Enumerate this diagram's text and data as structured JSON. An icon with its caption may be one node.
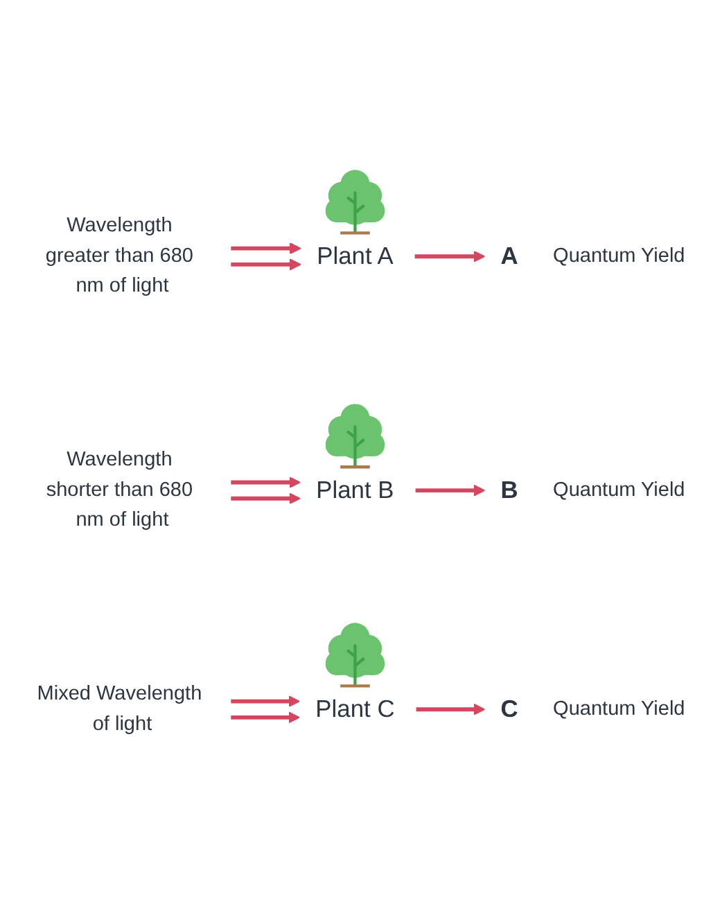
{
  "diagram": {
    "nodes": [
      {
        "text": [
          "Plant A"
        ]
      },
      {
        "text": [
          "A"
        ],
        "beside": [
          "Quantum Yield"
        ]
      },
      {
        "text": [
          "Wavelength greater than 680 nm of light"
        ]
      },
      {
        "text": [
          "Plant B"
        ]
      },
      {
        "text": [
          "B"
        ],
        "beside": [
          "Quantum Yield"
        ]
      },
      {
        "text": [
          "Wavelength shorter than 680 nm of light"
        ]
      },
      {
        "text": [
          "Plant C"
        ]
      },
      {
        "text": [
          "C"
        ],
        "beside": [
          "Quantum Yield"
        ]
      },
      {
        "text": [
          "Mixed Wavelength of light"
        ]
      }
    ],
    "edges": [
      {
        "from": 0,
        "to": 1,
        "arrow": "to"
      },
      {
        "from": 2,
        "to": 0,
        "arrow": "to"
      },
      {
        "from": 2,
        "to": 0,
        "arrow": "to"
      },
      {
        "from": 3,
        "to": 4,
        "arrow": "to"
      },
      {
        "from": 5,
        "to": 3,
        "arrow": "to"
      },
      {
        "from": 5,
        "to": 3,
        "arrow": "to"
      },
      {
        "from": 6,
        "to": 7,
        "arrow": "to"
      },
      {
        "from": 8,
        "to": 6,
        "arrow": "to"
      },
      {
        "from": 8,
        "to": 6,
        "arrow": "to"
      }
    ]
  }
}
